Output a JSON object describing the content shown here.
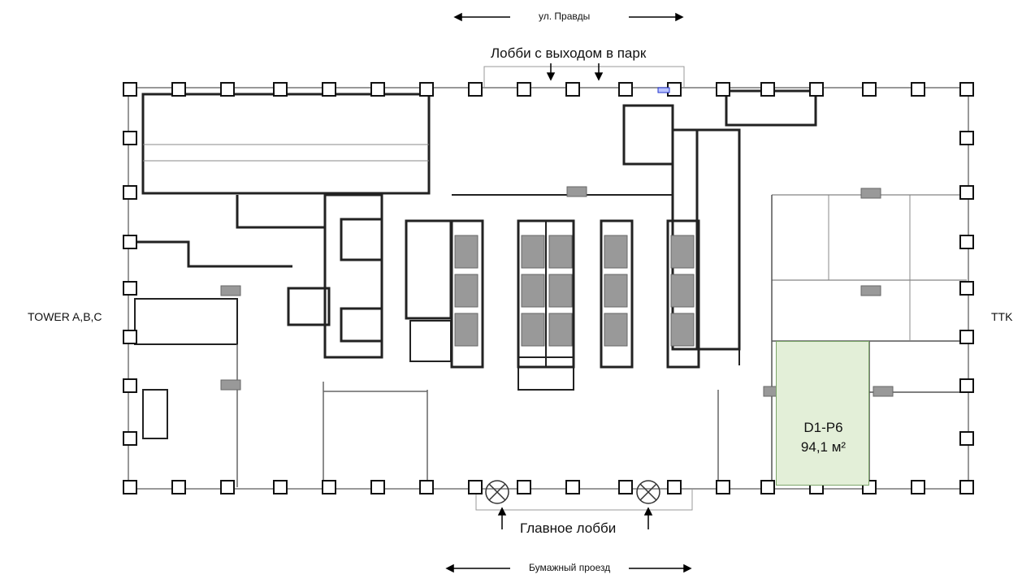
{
  "streets": {
    "top": "ул. Правды",
    "bottom": "Бумажный проезд"
  },
  "lobbies": {
    "park": "Лобби с выходом в парк",
    "main": "Главное лобби"
  },
  "sides": {
    "left": "TOWER A,B,C",
    "right": "TTK"
  },
  "unit": {
    "code": "D1-P6",
    "area": "94,1 м²",
    "fill_color": "#e3efd8",
    "border_color": "#7da66b"
  }
}
